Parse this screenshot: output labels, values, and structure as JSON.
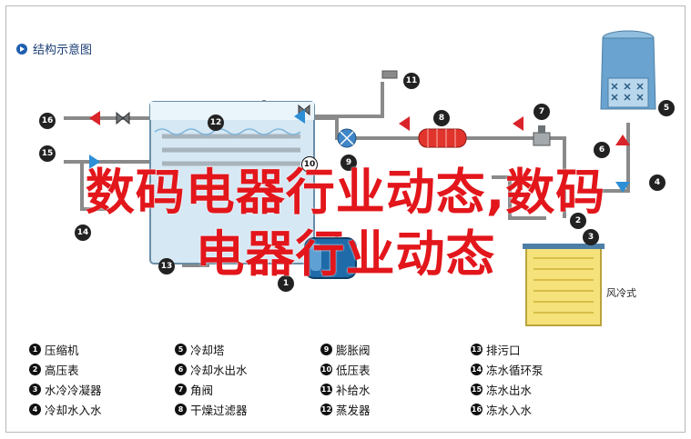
{
  "title": "结构示意图",
  "overlay": {
    "line1": "数码电器行业动态,数码",
    "line2": "电器行业动态"
  },
  "wind_label": "风冷式",
  "component_numbers": [
    "1",
    "2",
    "3",
    "4",
    "5",
    "6",
    "7",
    "8",
    "9",
    "10",
    "11",
    "12",
    "13",
    "14",
    "15",
    "16"
  ],
  "legend": [
    {
      "num": "1",
      "label": "压缩机"
    },
    {
      "num": "2",
      "label": "高压表"
    },
    {
      "num": "3",
      "label": "水冷冷凝器"
    },
    {
      "num": "4",
      "label": "冷却水入水"
    },
    {
      "num": "5",
      "label": "冷却塔"
    },
    {
      "num": "6",
      "label": "冷却水出水"
    },
    {
      "num": "7",
      "label": "角阀"
    },
    {
      "num": "8",
      "label": "干燥过滤器"
    },
    {
      "num": "9",
      "label": "膨胀阀"
    },
    {
      "num": "10",
      "label": "低压表"
    },
    {
      "num": "11",
      "label": "补给水"
    },
    {
      "num": "12",
      "label": "蒸发器"
    },
    {
      "num": "13",
      "label": "排污口"
    },
    {
      "num": "14",
      "label": "冻水循环泵"
    },
    {
      "num": "15",
      "label": "冻水出水"
    },
    {
      "num": "16",
      "label": "冻水入水"
    }
  ],
  "colors": {
    "pipe": "#8a8a8a",
    "tank": "#d6e8f4",
    "tower": "#6aa3cf",
    "filter": "#e0342c",
    "condenser": "#f6e27a",
    "overlay_text": "#e2161b",
    "arrow_red": "#d9242a",
    "arrow_blue": "#2d8fd6"
  }
}
